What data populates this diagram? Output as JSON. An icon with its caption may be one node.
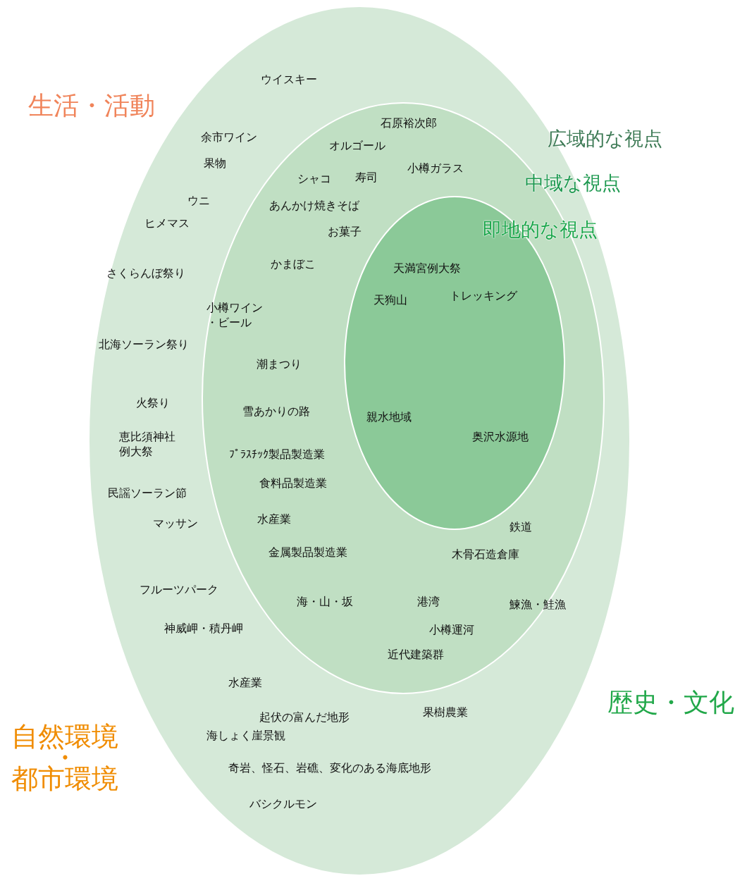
{
  "diagram": {
    "nodes": [
      {
        "text": [],
        "shape": "ellipse"
      },
      {
        "text": [],
        "shape": "ellipse",
        "in": 0
      },
      {
        "text": [],
        "shape": "ellipse",
        "in": 1
      }
    ],
    "labels": [
      "ウイスキー",
      "生活・活動",
      "石原裕次郎",
      "余市ワイン",
      "広域的な視点",
      "オルゴール",
      "果物",
      "小樽ガラス",
      "シャコ",
      "寿司",
      "中域な視点",
      "ウニ",
      "あんかけ焼きそば",
      "ヒメマス",
      "即地的な視点",
      "お菓子",
      "かまぼこ",
      "天満宮例大祭",
      "さくらんぼ祭り",
      "天狗山",
      "トレッキング",
      "小樽ワイン・ビール",
      "北海ソーラン祭り",
      "潮まつり",
      "火祭り",
      "雪あかりの路",
      "親水地域",
      "恵比須神社例大祭",
      "奥沢水源地",
      "ﾌﾟﾗｽﾁｯｸ製品製造業",
      "食料品製造業",
      "民謡ソーラン節",
      "水産業",
      "マッサン",
      "鉄道",
      "金属製品製造業",
      "木骨石造倉庫",
      "フルーツパーク",
      "海・山・坂",
      "港湾",
      "鰊漁・鮭漁",
      "神威岬・積丹岬",
      "小樽運河",
      "近代建築群",
      "水産業",
      "歴史・文化",
      "果樹農業",
      "起伏の富んだ地形",
      "自然環境",
      "・",
      "都市環境",
      "海しょく崖景観",
      "奇岩、怪石、岩礁、変化のある海底地形",
      "バシクルモン"
    ]
  }
}
